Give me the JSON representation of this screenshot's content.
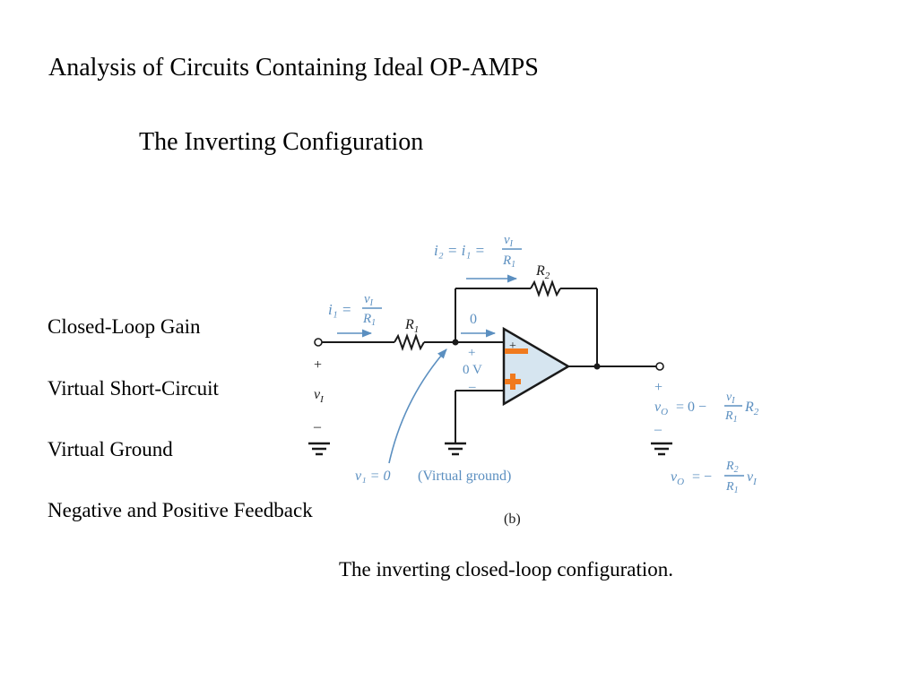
{
  "slide": {
    "title": "Analysis of Circuits Containing Ideal OP-AMPS",
    "subtitle": "The Inverting Configuration",
    "topics": [
      "Closed-Loop Gain",
      "Virtual Short-Circuit",
      "Virtual Ground",
      "Negative and Positive Feedback"
    ],
    "caption": "The inverting closed-loop configuration."
  },
  "figure": {
    "eq_i2": "i₂ = i₁ =",
    "eq_i1": "i₁ =",
    "frac_num": "v",
    "frac_num_sub": "I",
    "frac_den": "R",
    "frac_den_sub": "1",
    "r1_label": "R",
    "r1_sub": "1",
    "r2_label": "R",
    "r2_sub": "2",
    "zero_current": "0",
    "plus": "+",
    "minus": "–",
    "zero_v": "0 V",
    "vi": "v",
    "vi_sub": "I",
    "vo_eq_1_lhs": "v",
    "vo_eq_1_lhs_sub": "O",
    "vo_eq_1_mid": "= 0 −",
    "vo_eq_2_mid": "= −",
    "virtual_ground_v": "v₁ = 0",
    "virtual_ground_text": "(Virtual ground)",
    "panel_label": "(b)",
    "accent_color": "#f07a1e",
    "wire_color": "#1a1a1a",
    "annotation_color": "#5b8fc0",
    "opamp_fill": "#d6e5f0"
  }
}
